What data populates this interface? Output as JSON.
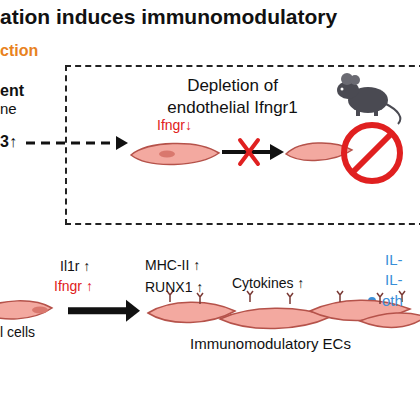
{
  "diagram": {
    "title": "ation induces immunomodulatory",
    "nodes": [
      {
        "text": [
          "Depletion of endothelial Ifngr1"
        ]
      },
      {
        "text": [
          "Ifngr↓"
        ],
        "in": 0
      },
      {
        "text": [
          "Il1r ↑",
          "Ifngr ↑",
          "l cells"
        ]
      },
      {
        "text": [
          "MHC-II ↑",
          "RUNX1 ↑",
          "Cytokines ↑",
          "Immunomodulatory ECs"
        ]
      }
    ],
    "edges": [
      {
        "from": 2,
        "to": 3,
        "arrow": "to"
      }
    ],
    "labels": [
      "ction",
      "ent",
      "ne",
      "3↑",
      "IL-",
      "IL-",
      "oth"
    ]
  }
}
